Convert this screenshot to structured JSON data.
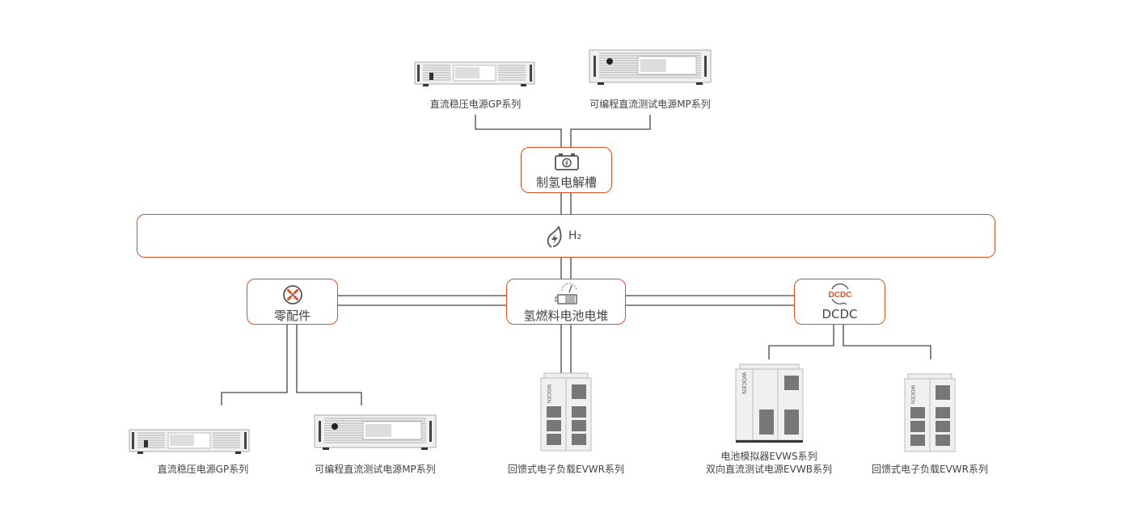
{
  "colors": {
    "accent": "#e0501e",
    "line": "#444444",
    "device": "#f0f0f0",
    "panel": "#777777"
  },
  "top_devices": [
    {
      "label": "直流稳压电源GP系列",
      "type": "gp"
    },
    {
      "label": "可编程直流测试电源MP系列",
      "type": "mp"
    }
  ],
  "electrolyzer": {
    "label": "制氢电解槽",
    "icon": "battery-icon"
  },
  "hydrogen_bar": {
    "label": "H₂",
    "icon": "leaf-lightning-icon"
  },
  "parts": {
    "label": "零配件",
    "icon": "fan-icon"
  },
  "fuel_cell": {
    "label": "氢燃料电池电堆",
    "icon": "gauge-battery-icon"
  },
  "dcdc": {
    "label": "DCDC",
    "icon_text": "DCDC",
    "icon": "dcdc-icon"
  },
  "bottom_devices": [
    {
      "label": "直流稳压电源GP系列",
      "type": "gp"
    },
    {
      "label": "可编程直流测试电源MP系列",
      "type": "mp"
    },
    {
      "label": "回馈式电子负载EVWR系列",
      "type": "cabinet",
      "brand": "WOCEN"
    },
    {
      "label": "电池模拟器EVWS系列",
      "label2": "双向直流测试电源EVWB系列",
      "type": "big-cabinet",
      "brand": "WOCEN"
    },
    {
      "label": "回馈式电子负载EVWR系列",
      "type": "cabinet",
      "brand": "WOCEN"
    }
  ]
}
